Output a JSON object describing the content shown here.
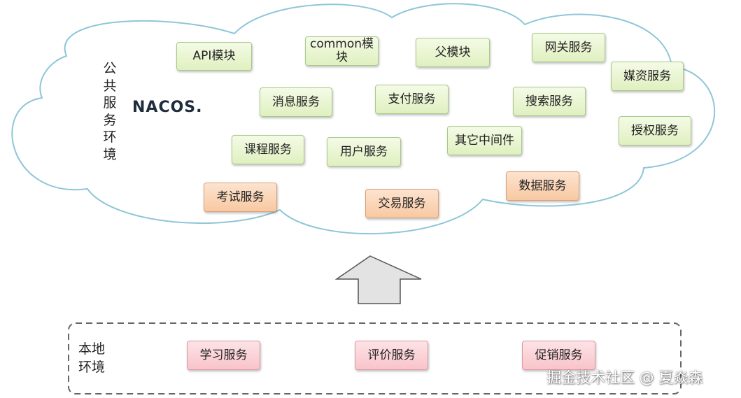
{
  "cloud": {
    "label": "公共服务环境",
    "logo": "NACOS.",
    "modules": [
      {
        "label": "API模块",
        "color": "green"
      },
      {
        "label": "common模块",
        "color": "green"
      },
      {
        "label": "父模块",
        "color": "green"
      },
      {
        "label": "网关服务",
        "color": "green"
      },
      {
        "label": "媒资服务",
        "color": "green"
      },
      {
        "label": "消息服务",
        "color": "green"
      },
      {
        "label": "支付服务",
        "color": "green"
      },
      {
        "label": "搜索服务",
        "color": "green"
      },
      {
        "label": "授权服务",
        "color": "green"
      },
      {
        "label": "课程服务",
        "color": "green"
      },
      {
        "label": "用户服务",
        "color": "green"
      },
      {
        "label": "其它中间件",
        "color": "green"
      },
      {
        "label": "考试服务",
        "color": "orange"
      },
      {
        "label": "交易服务",
        "color": "orange"
      },
      {
        "label": "数据服务",
        "color": "orange"
      }
    ]
  },
  "local": {
    "label": "本地环境",
    "services": [
      {
        "label": "学习服务",
        "color": "pink"
      },
      {
        "label": "评价服务",
        "color": "pink"
      },
      {
        "label": "促销服务",
        "color": "pink"
      }
    ]
  },
  "watermark": "掘金技术社区 @ 夏焱森",
  "colors": {
    "cloud_stroke": "#8ec6d8",
    "green_fill": "#e6f3cf",
    "orange_fill": "#f9cfaa",
    "pink_fill": "#f9ccd1",
    "arrow_fill": "#e3e3e3",
    "local_border": "#666666"
  }
}
